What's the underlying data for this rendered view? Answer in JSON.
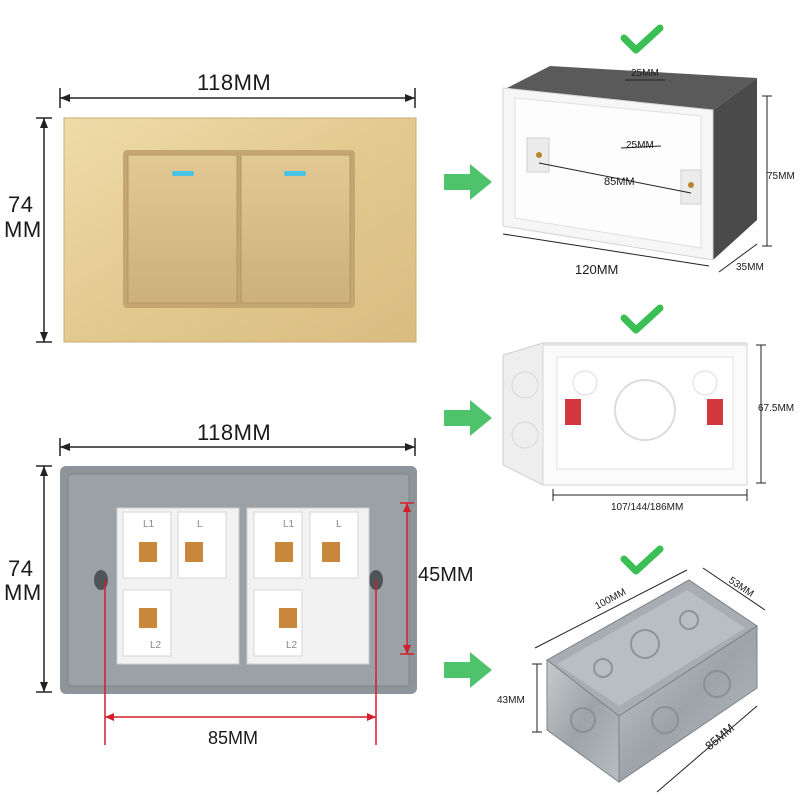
{
  "colors": {
    "gold_plate": "#e5cf96",
    "gold_switch": "#d8bd87",
    "indicator": "#49c3e6",
    "arrow_green": "#4fc36b",
    "check_green": "#3bbf54",
    "dimension_red": "#d21f2a",
    "back_plate": "#8d949a",
    "socket_white": "#f5f5f5",
    "terminal_copper": "#c9873b",
    "dark_box": "#4a4a4a",
    "mount_red": "#d4363d"
  },
  "top_left": {
    "width_label": "118MM",
    "height_label_line1": "74",
    "height_label_line2": "MM"
  },
  "bottom_left": {
    "width_label": "118MM",
    "height_label_line1": "74",
    "height_label_line2": "MM",
    "vertical_spacing_label": "45MM",
    "horizontal_spacing_label": "85MM",
    "module_marks": [
      "L1",
      "L",
      "L1",
      "L",
      "L2",
      "L2"
    ]
  },
  "box_top": {
    "top_slot": "25MM",
    "inner_slot": "25MM",
    "hole_spacing": "85MM",
    "height": "75MM",
    "width": "120MM",
    "depth": "35MM"
  },
  "box_middle": {
    "height": "67.5MM",
    "width": "107/144/186MM"
  },
  "box_bottom": {
    "length": "100MM",
    "width": "53MM",
    "height": "43MM",
    "hole_spacing": "85MM"
  }
}
